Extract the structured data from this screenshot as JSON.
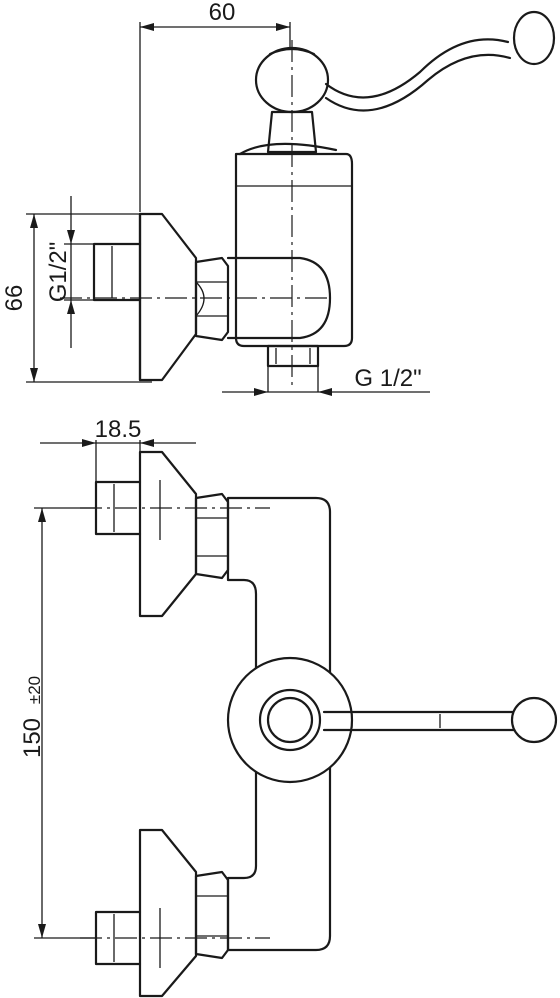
{
  "dimensions": {
    "width_top": "60",
    "height_side": "66",
    "thread_side": "G1/2\"",
    "thread_bottom": "G 1/2\"",
    "offset": "18.5",
    "center_distance": "150",
    "center_tolerance": "±20"
  }
}
